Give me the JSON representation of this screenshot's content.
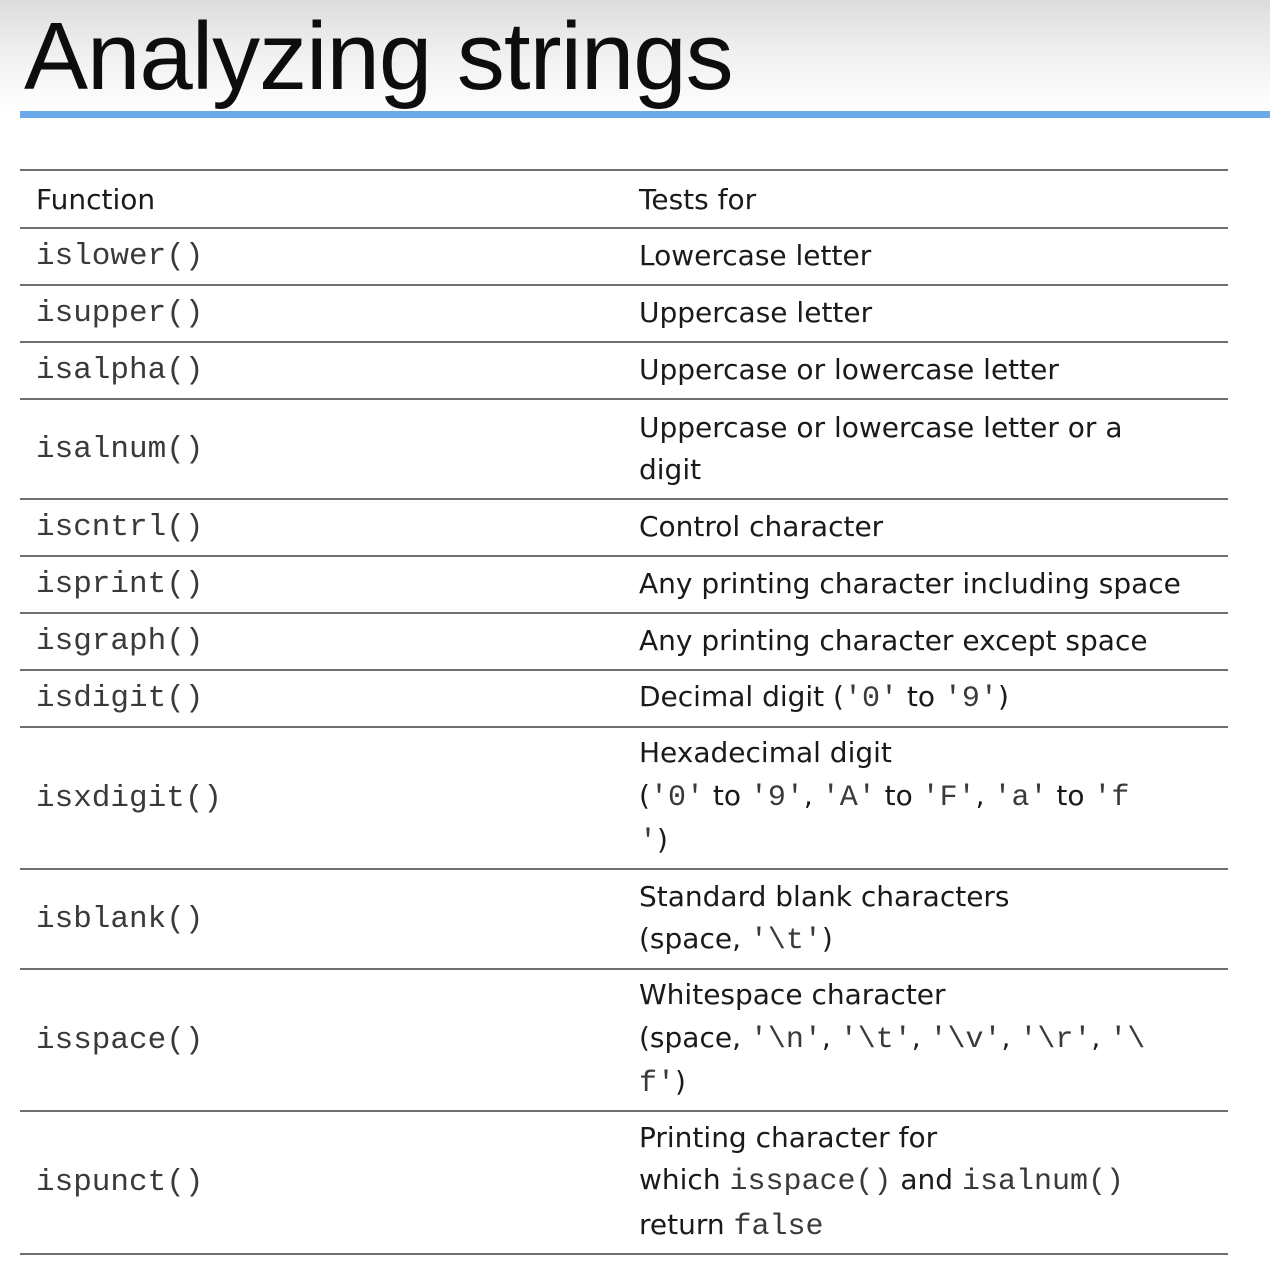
{
  "title": "Analyzing strings",
  "table": {
    "headers": {
      "function": "Function",
      "tests_for": "Tests for"
    },
    "rows": [
      {
        "fn": "islower()",
        "lines": [
          [
            {
              "t": "Lowercase letter"
            }
          ]
        ]
      },
      {
        "fn": "isupper()",
        "lines": [
          [
            {
              "t": "Uppercase letter"
            }
          ]
        ]
      },
      {
        "fn": "isalpha()",
        "lines": [
          [
            {
              "t": "Uppercase or lowercase letter"
            }
          ]
        ]
      },
      {
        "fn": "isalnum()",
        "lines": [
          [
            {
              "t": "Uppercase or lowercase letter or a"
            }
          ],
          [
            {
              "t": "digit"
            }
          ]
        ]
      },
      {
        "fn": "iscntrl()",
        "lines": [
          [
            {
              "t": "Control character"
            }
          ]
        ]
      },
      {
        "fn": "isprint()",
        "lines": [
          [
            {
              "t": "Any printing character including space"
            }
          ]
        ]
      },
      {
        "fn": "isgraph()",
        "lines": [
          [
            {
              "t": "Any printing character except space"
            }
          ]
        ]
      },
      {
        "fn": "isdigit()",
        "lines": [
          [
            {
              "t": "Decimal digit ("
            },
            {
              "c": "'0'"
            },
            {
              "t": " to "
            },
            {
              "c": "'9'"
            },
            {
              "t": ")"
            }
          ]
        ]
      },
      {
        "fn": "isxdigit()",
        "lines": [
          [
            {
              "t": "Hexadecimal digit"
            }
          ],
          [
            {
              "t": "("
            },
            {
              "c": "'0'"
            },
            {
              "t": " to "
            },
            {
              "c": "'9'"
            },
            {
              "t": ", "
            },
            {
              "c": "'A'"
            },
            {
              "t": " to "
            },
            {
              "c": "'F'"
            },
            {
              "t": ", "
            },
            {
              "c": "'a'"
            },
            {
              "t": " to "
            },
            {
              "c": "'f"
            }
          ],
          [
            {
              "c": "'"
            },
            {
              "t": ")"
            }
          ]
        ]
      },
      {
        "fn": "isblank()",
        "lines": [
          [
            {
              "t": "Standard blank characters"
            }
          ],
          [
            {
              "t": "(space, "
            },
            {
              "c": "'\\t'"
            },
            {
              "t": ")"
            }
          ]
        ]
      },
      {
        "fn": "isspace()",
        "lines": [
          [
            {
              "t": "Whitespace character"
            }
          ],
          [
            {
              "t": "(space, "
            },
            {
              "c": "'\\n'"
            },
            {
              "t": ", "
            },
            {
              "c": "'\\t'"
            },
            {
              "t": ", "
            },
            {
              "c": "'\\v'"
            },
            {
              "t": ", "
            },
            {
              "c": "'\\r'"
            },
            {
              "t": ", "
            },
            {
              "c": "'\\"
            }
          ],
          [
            {
              "c": "f'"
            },
            {
              "t": ")"
            }
          ]
        ]
      },
      {
        "fn": "ispunct()",
        "lines": [
          [
            {
              "t": "Printing character for"
            }
          ],
          [
            {
              "t": "which "
            },
            {
              "c": "isspace()"
            },
            {
              "t": " and "
            },
            {
              "c": "isalnum()"
            }
          ],
          [
            {
              "t": "return "
            },
            {
              "c": "false"
            }
          ]
        ]
      }
    ]
  }
}
